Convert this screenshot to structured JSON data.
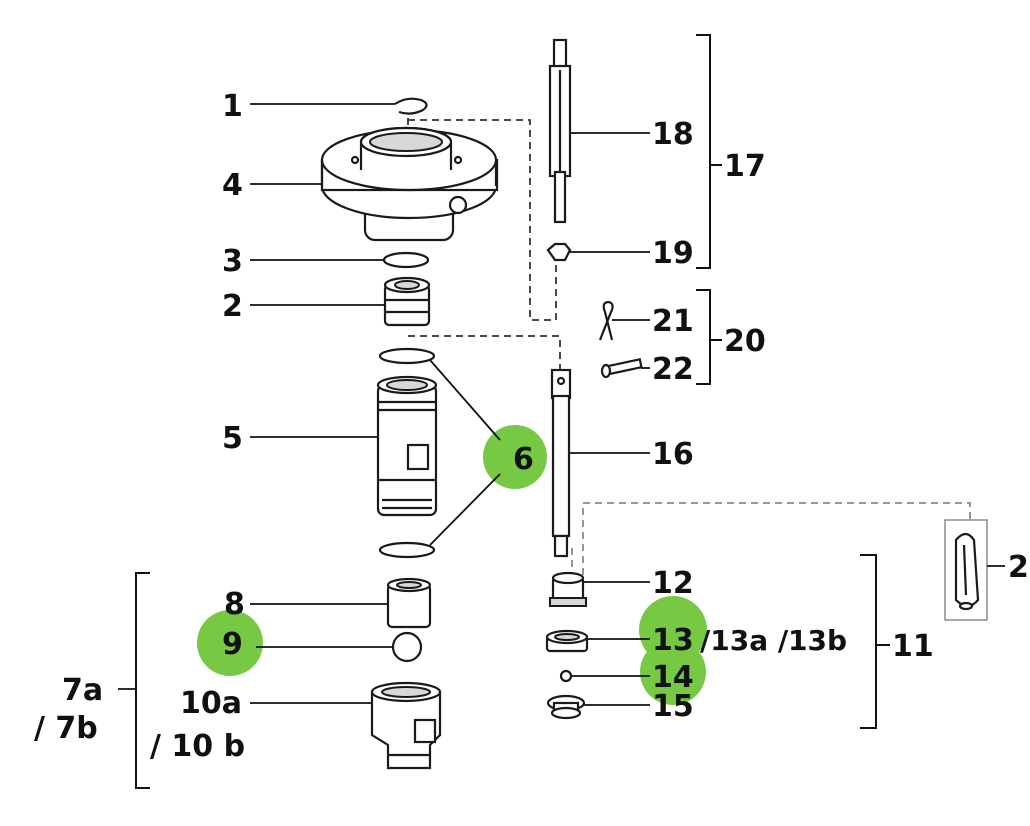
{
  "colors": {
    "highlight": "#77c943",
    "line": "#111111",
    "dash_gray": "#8a8a8a"
  },
  "highlighted_parts": [
    "6",
    "9",
    "13",
    "14"
  ],
  "labels": {
    "p1": "1",
    "p2": "2",
    "p3": "3",
    "p4": "4",
    "p5": "5",
    "p6": "6",
    "p7a": "7a",
    "p7b": "/ 7b",
    "p8": "8",
    "p9": "9",
    "p10a": "10a",
    "p10b": "/ 10 b",
    "p11": "11",
    "p12": "12",
    "p13": "13",
    "p13ab": "/13a /13b",
    "p14": "14",
    "p15": "15",
    "p16": "16",
    "p17": "17",
    "p18": "18",
    "p19": "19",
    "p20": "20",
    "p21": "21",
    "p22": "22",
    "p23": "2"
  }
}
